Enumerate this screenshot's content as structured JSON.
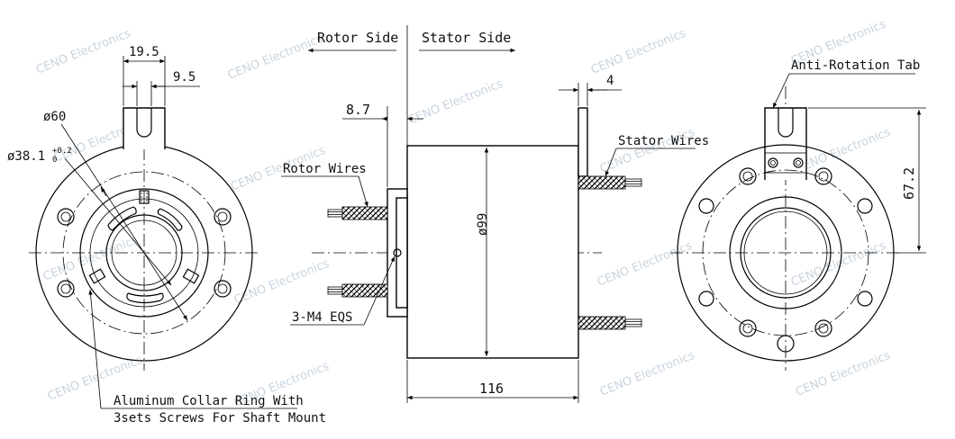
{
  "colors": {
    "line": "#000000",
    "watermark": "#c9d4de",
    "background": "#ffffff"
  },
  "watermark": {
    "text": "CENO Electronics"
  },
  "left_view": {
    "dim_width": "19.5",
    "dim_slot": "9.5",
    "dim_collar": "ø60",
    "dim_bore_main": "ø38.1",
    "dim_bore_tol_upper": "+0.2",
    "dim_bore_tol_lower": "0",
    "note_line1": "Aluminum Collar Ring With",
    "note_line2": "3sets Screws For Shaft Mount"
  },
  "center_view": {
    "rotor_side": "Rotor Side",
    "stator_side": "Stator Side",
    "dim_flange": "8.7",
    "dim_tab": "4",
    "rotor_wires": "Rotor Wires",
    "stator_wires": "Stator Wires",
    "dim_diameter": "ø99",
    "screws": "3-M4 EQS",
    "dim_length": "116"
  },
  "right_view": {
    "tab_label": "Anti-Rotation Tab",
    "dim_height": "67.2"
  }
}
